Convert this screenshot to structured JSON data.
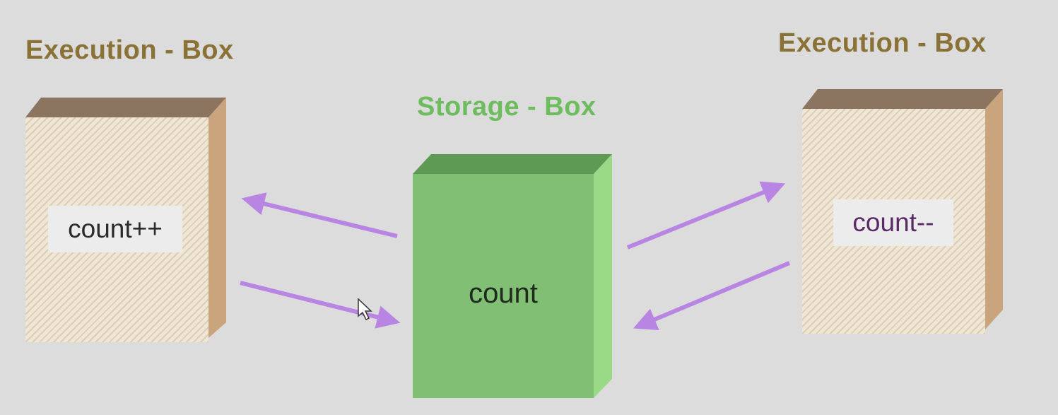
{
  "left_execution_box": {
    "title": "Execution - Box",
    "code": "count++"
  },
  "storage_box": {
    "title": "Storage - Box",
    "variable": "count"
  },
  "right_execution_box": {
    "title": "Execution - Box",
    "code": "count--"
  },
  "colors": {
    "execution_title": "#8a7236",
    "storage_title": "#6dbd5f",
    "storage_front": "#80bf74",
    "storage_top": "#5f9a55",
    "storage_side": "#9ada87",
    "execution_top": "#8c7560",
    "execution_side": "#c9a47c",
    "arrow": "#b886e2",
    "right_code_text": "#5a2a66"
  }
}
